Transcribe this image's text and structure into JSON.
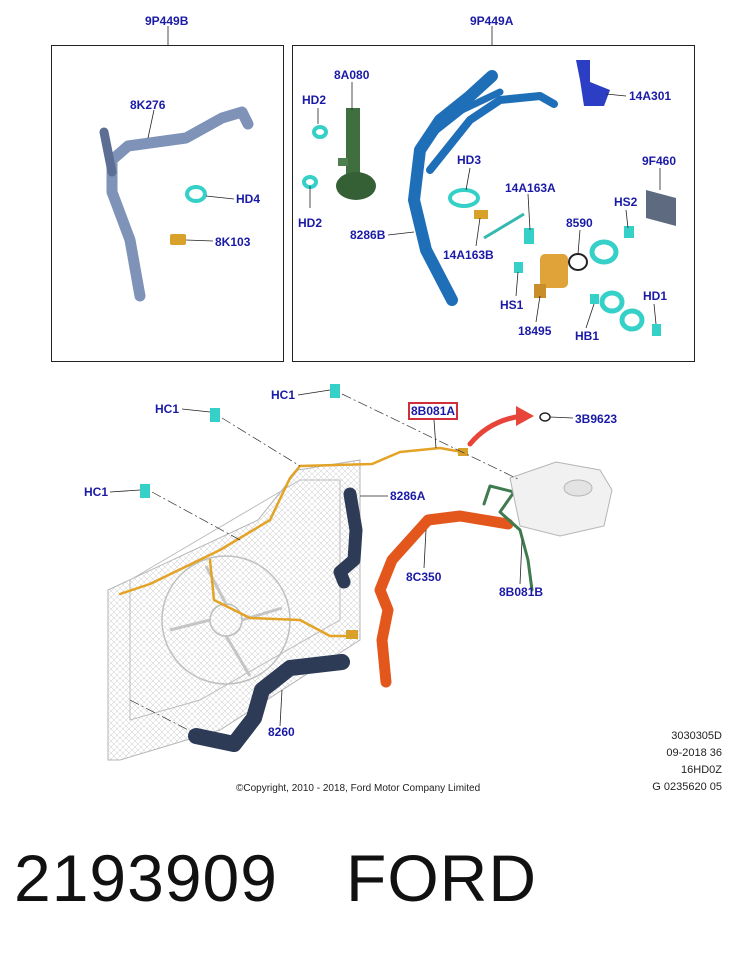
{
  "groups": {
    "left_group_label": "9P449B",
    "right_group_label": "9P449A"
  },
  "callouts": {
    "c_8K276": "8K276",
    "c_HD4": "HD4",
    "c_8K103": "8K103",
    "c_8A080": "8A080",
    "c_HD2_top": "HD2",
    "c_HD2_bottom": "HD2",
    "c_8286B": "8286B",
    "c_HD3": "HD3",
    "c_14A163A": "14A163A",
    "c_14A163B": "14A163B",
    "c_8590": "8590",
    "c_HS2": "HS2",
    "c_9F460": "9F460",
    "c_14A301": "14A301",
    "c_HS1": "HS1",
    "c_18495": "18495",
    "c_HB1": "HB1",
    "c_HD1": "HD1",
    "c_HC1_a": "HC1",
    "c_HC1_b": "HC1",
    "c_HC1_c": "HC1",
    "c_8B081A": "8B081A",
    "c_3B9623": "3B9623",
    "c_8286A": "8286A",
    "c_8C350": "8C350",
    "c_8B081B": "8B081B",
    "c_8260": "8260"
  },
  "drawing_meta": [
    "3030305D",
    "09-2018 36",
    "16HD0Z",
    "G 0235620 05"
  ],
  "copyright": "©Copyright, 2010 - 2018, Ford Motor Company Limited",
  "part_number": "2193909",
  "brand": "FORD",
  "colors": {
    "callout_text": "#1a1aa6",
    "highlight_box": "#d0303a",
    "hose_blue": "#1f6fb8",
    "hose_grey": "#7f93b8",
    "hose_orange": "#e4571c",
    "hose_green": "#3f7b4f",
    "pipe_amber": "#e3a326",
    "clamp_cyan": "#35d0c8",
    "hose_dark": "#2d3b57"
  }
}
